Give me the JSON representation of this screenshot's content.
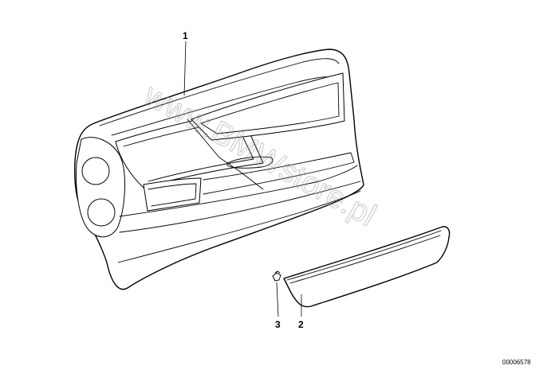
{
  "diagram": {
    "callouts": [
      {
        "id": "1",
        "label": "1"
      },
      {
        "id": "2",
        "label": "2"
      },
      {
        "id": "3",
        "label": "3"
      }
    ],
    "watermark": "www.BMWstore.pl",
    "part_number": "00006578"
  }
}
